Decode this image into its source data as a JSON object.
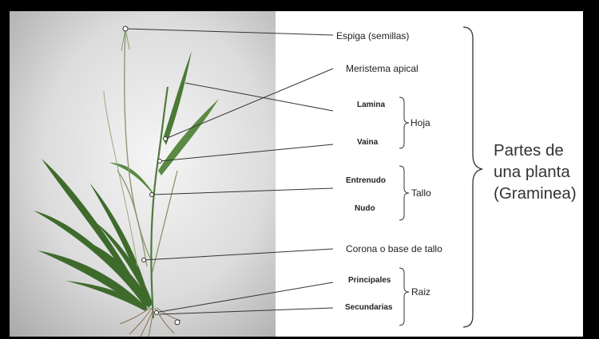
{
  "parts": {
    "espiga": "Espiga (semillas)",
    "meristema": "Meristema apical",
    "corona": "Corona o base de tallo"
  },
  "groups": {
    "hoja": {
      "label": "Hoja",
      "items": [
        "Lamina",
        "Vaina"
      ]
    },
    "tallo": {
      "label": "Tallo",
      "items": [
        "Entrenudo",
        "Nudo"
      ]
    },
    "raiz": {
      "label": "Raiz",
      "items": [
        "Principales",
        "Secundarias"
      ]
    }
  },
  "title": {
    "line1": "Partes de",
    "line2": "una planta",
    "line3": "(Graminea)"
  }
}
